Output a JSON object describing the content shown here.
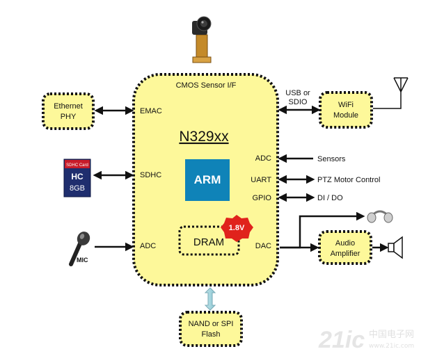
{
  "chip": {
    "name": "N329xx",
    "cmos_label": "CMOS Sensor I/F",
    "arm_logo": "ARM",
    "dram_label": "DRAM",
    "voltage_badge": "1.8V",
    "ports": {
      "emac": "EMAC",
      "sdhc": "SDHC",
      "adc_left": "ADC",
      "adc_right": "ADC",
      "uart": "UART",
      "gpio": "GPIO",
      "dac": "DAC"
    }
  },
  "usb_label": [
    "USB or",
    "SDIO"
  ],
  "blocks": {
    "ethernet_phy": [
      "Ethernet",
      "PHY"
    ],
    "wifi_module": [
      "WiFi",
      "Module"
    ],
    "audio_amplifier": [
      "Audio",
      "Amplifier"
    ],
    "flash": [
      "NAND or SPI",
      "Flash"
    ]
  },
  "peripherals": {
    "sensors": "Sensors",
    "ptz": "PTZ Motor Control",
    "dido": "DI / DO"
  },
  "icons": {
    "sd_card_top": "SDHC Card",
    "sd_card_capacity": "8GB",
    "mic_label": "MIC"
  },
  "watermark": {
    "brand": "21ic",
    "cn": "中国电子网",
    "url": "www.21ic.com"
  },
  "colors": {
    "chip_fill": "#fdf89a",
    "arm_blue": "#0f83b8",
    "badge_red": "#e0231c",
    "flash_arrow": "#a7d7e0"
  }
}
